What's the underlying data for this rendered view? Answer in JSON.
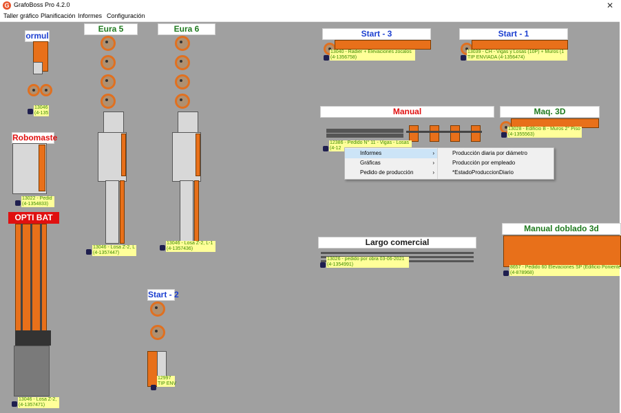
{
  "window": {
    "title": "GrafoBoss Pro 4.2.0",
    "close": "✕"
  },
  "menu": [
    "Taller gráfico",
    "Planificación",
    "Informes",
    "Configuración"
  ],
  "machines": {
    "formula": {
      "label": "ormul"
    },
    "eura5": {
      "label": "Eura 5"
    },
    "eura6": {
      "label": "Eura 6"
    },
    "start3": {
      "label": "Start - 3"
    },
    "start1": {
      "label": "Start - 1"
    },
    "manual": {
      "label": "Manual"
    },
    "maq3d": {
      "label": "Maq. 3D"
    },
    "robomaster": {
      "label": "Robomaste"
    },
    "optibat": {
      "label": "OPTI BAT"
    },
    "largo": {
      "label": "Largo comercial"
    },
    "manualdoblado": {
      "label": "Manual doblado 3d"
    },
    "start2": {
      "label": "Start - 2"
    }
  },
  "tickets": {
    "formula": [
      "13046",
      "(4-135"
    ],
    "robomaster": [
      "13022 - Pedid",
      "(4-1354833)"
    ],
    "optibat": [
      "13046 - Losa Z-2,",
      "(4-1357471)"
    ],
    "eura5": [
      "13046 - Losa Z-2, L",
      "(4-1357447)"
    ],
    "eura6": [
      "13046 - Losa Z-2, L-1",
      "(4-1357436)"
    ],
    "start2": [
      "12997",
      "TIP ENV"
    ],
    "start3": [
      "13040 - Radier + Elevaciones zocalos",
      "(4-1356758)"
    ],
    "start1": [
      "13039 - CH - Vigas y Losas (10P) + Muros (1",
      "TIP ENVIADA (4-1356474)"
    ],
    "manual": [
      "12386 - Pedido N° 11 - Vigas - Losas",
      "(4-12"
    ],
    "maq3d": [
      "13028 - Edificio B - Muros 2° Piso",
      "(4-1355563)"
    ],
    "largo": [
      "13026 - pedido por obra 03-06-2021",
      "(4-1354991)"
    ],
    "manualdoblado": [
      "8657 - Pedido 60 Elevaciones SP (Edificio Poniente",
      "(4-878968)"
    ]
  },
  "context_menu": {
    "items": [
      {
        "label": "Informes",
        "arrow": "›"
      },
      {
        "label": "Gráficas",
        "arrow": "›"
      },
      {
        "label": "Pedido de producción",
        "arrow": "›"
      }
    ],
    "submenu": [
      "Producción diaria por diámetro",
      "Producción por empleado",
      "*EstadoProduccionDiario"
    ]
  },
  "colors": {
    "label_green": "#1e7a1e",
    "label_blue": "#1c3fd0",
    "label_red": "#e01010",
    "label_dark": "#1a1a1a",
    "info_bg": "#ffff99",
    "machine_orange": "#e8701a",
    "workspace": "#a0a0a0"
  }
}
